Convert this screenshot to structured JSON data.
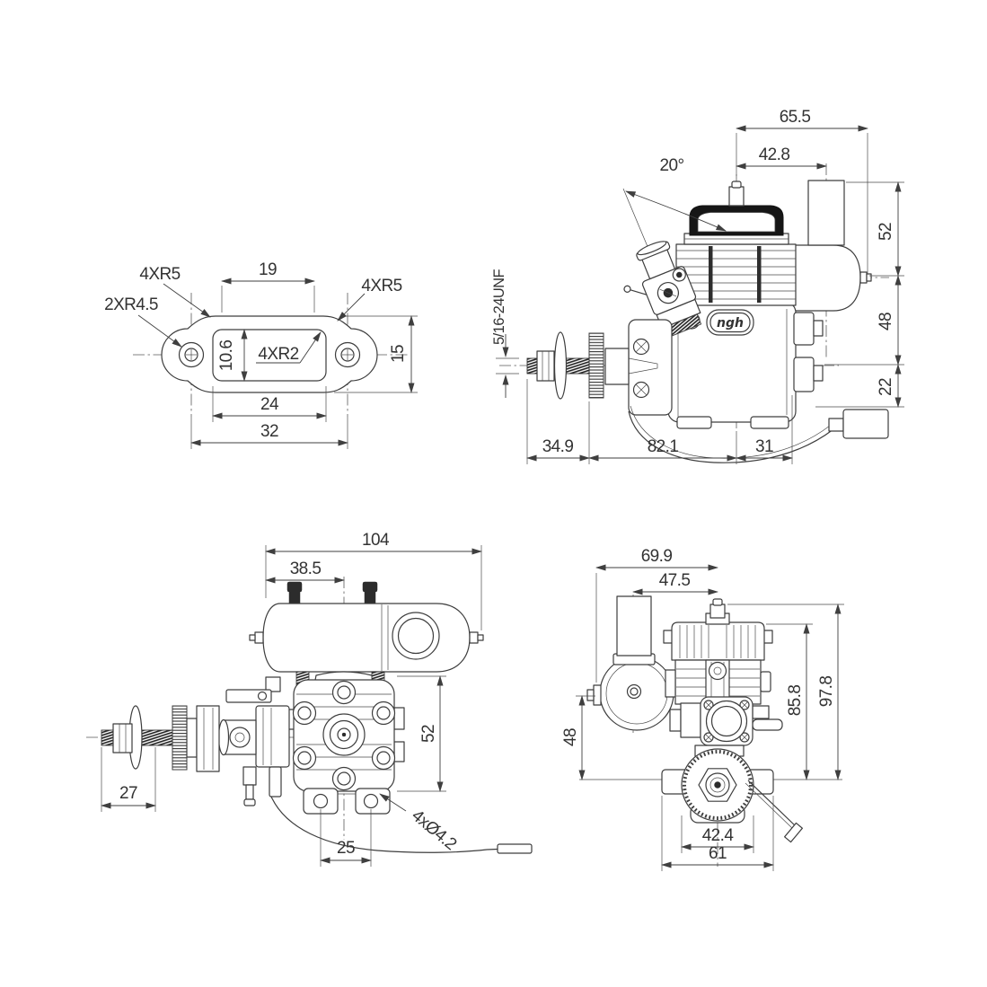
{
  "branding": {
    "logo": "ngh"
  },
  "views": {
    "gasket": {
      "dims": {
        "radius_corners_left": "4XR5",
        "radius_corners_right": "4XR5",
        "radius_mount_holes": "2XR4.5",
        "radius_inner_corners": "4XR2",
        "slot_top_width": "19",
        "slot_height": "10.6",
        "plate_height": "15",
        "slot_width": "24",
        "hole_spacing": "32"
      }
    },
    "side_view": {
      "dims": {
        "carb_angle": "20°",
        "crank_to_muffler_end": "65.5",
        "crank_to_pipe_center": "42.8",
        "pipe_top_to_muffler_axis": "52",
        "muffler_axis_to_crank_axis": "48",
        "crank_axis_to_mount": "22",
        "prop_shaft_length": "34.9",
        "shaft_to_cylinder": "82.1",
        "cylinder_to_rear": "31",
        "prop_thread": "5/16-24UNF"
      }
    },
    "top_view": {
      "dims": {
        "overall_length": "104",
        "muffler_to_cylinder_center": "38.5",
        "head_width": "52",
        "shaft_thread_length": "27",
        "mount_hole_spacing": "25",
        "mount_holes": "4xØ4.2"
      }
    },
    "front_view": {
      "dims": {
        "muffler_offset": "69.9",
        "muffler_center_offset": "47.5",
        "overall_height": "97.8",
        "cylinder_height": "85.8",
        "muffler_axis_height": "48",
        "hub_width": "42.4",
        "mount_width": "61"
      }
    }
  }
}
